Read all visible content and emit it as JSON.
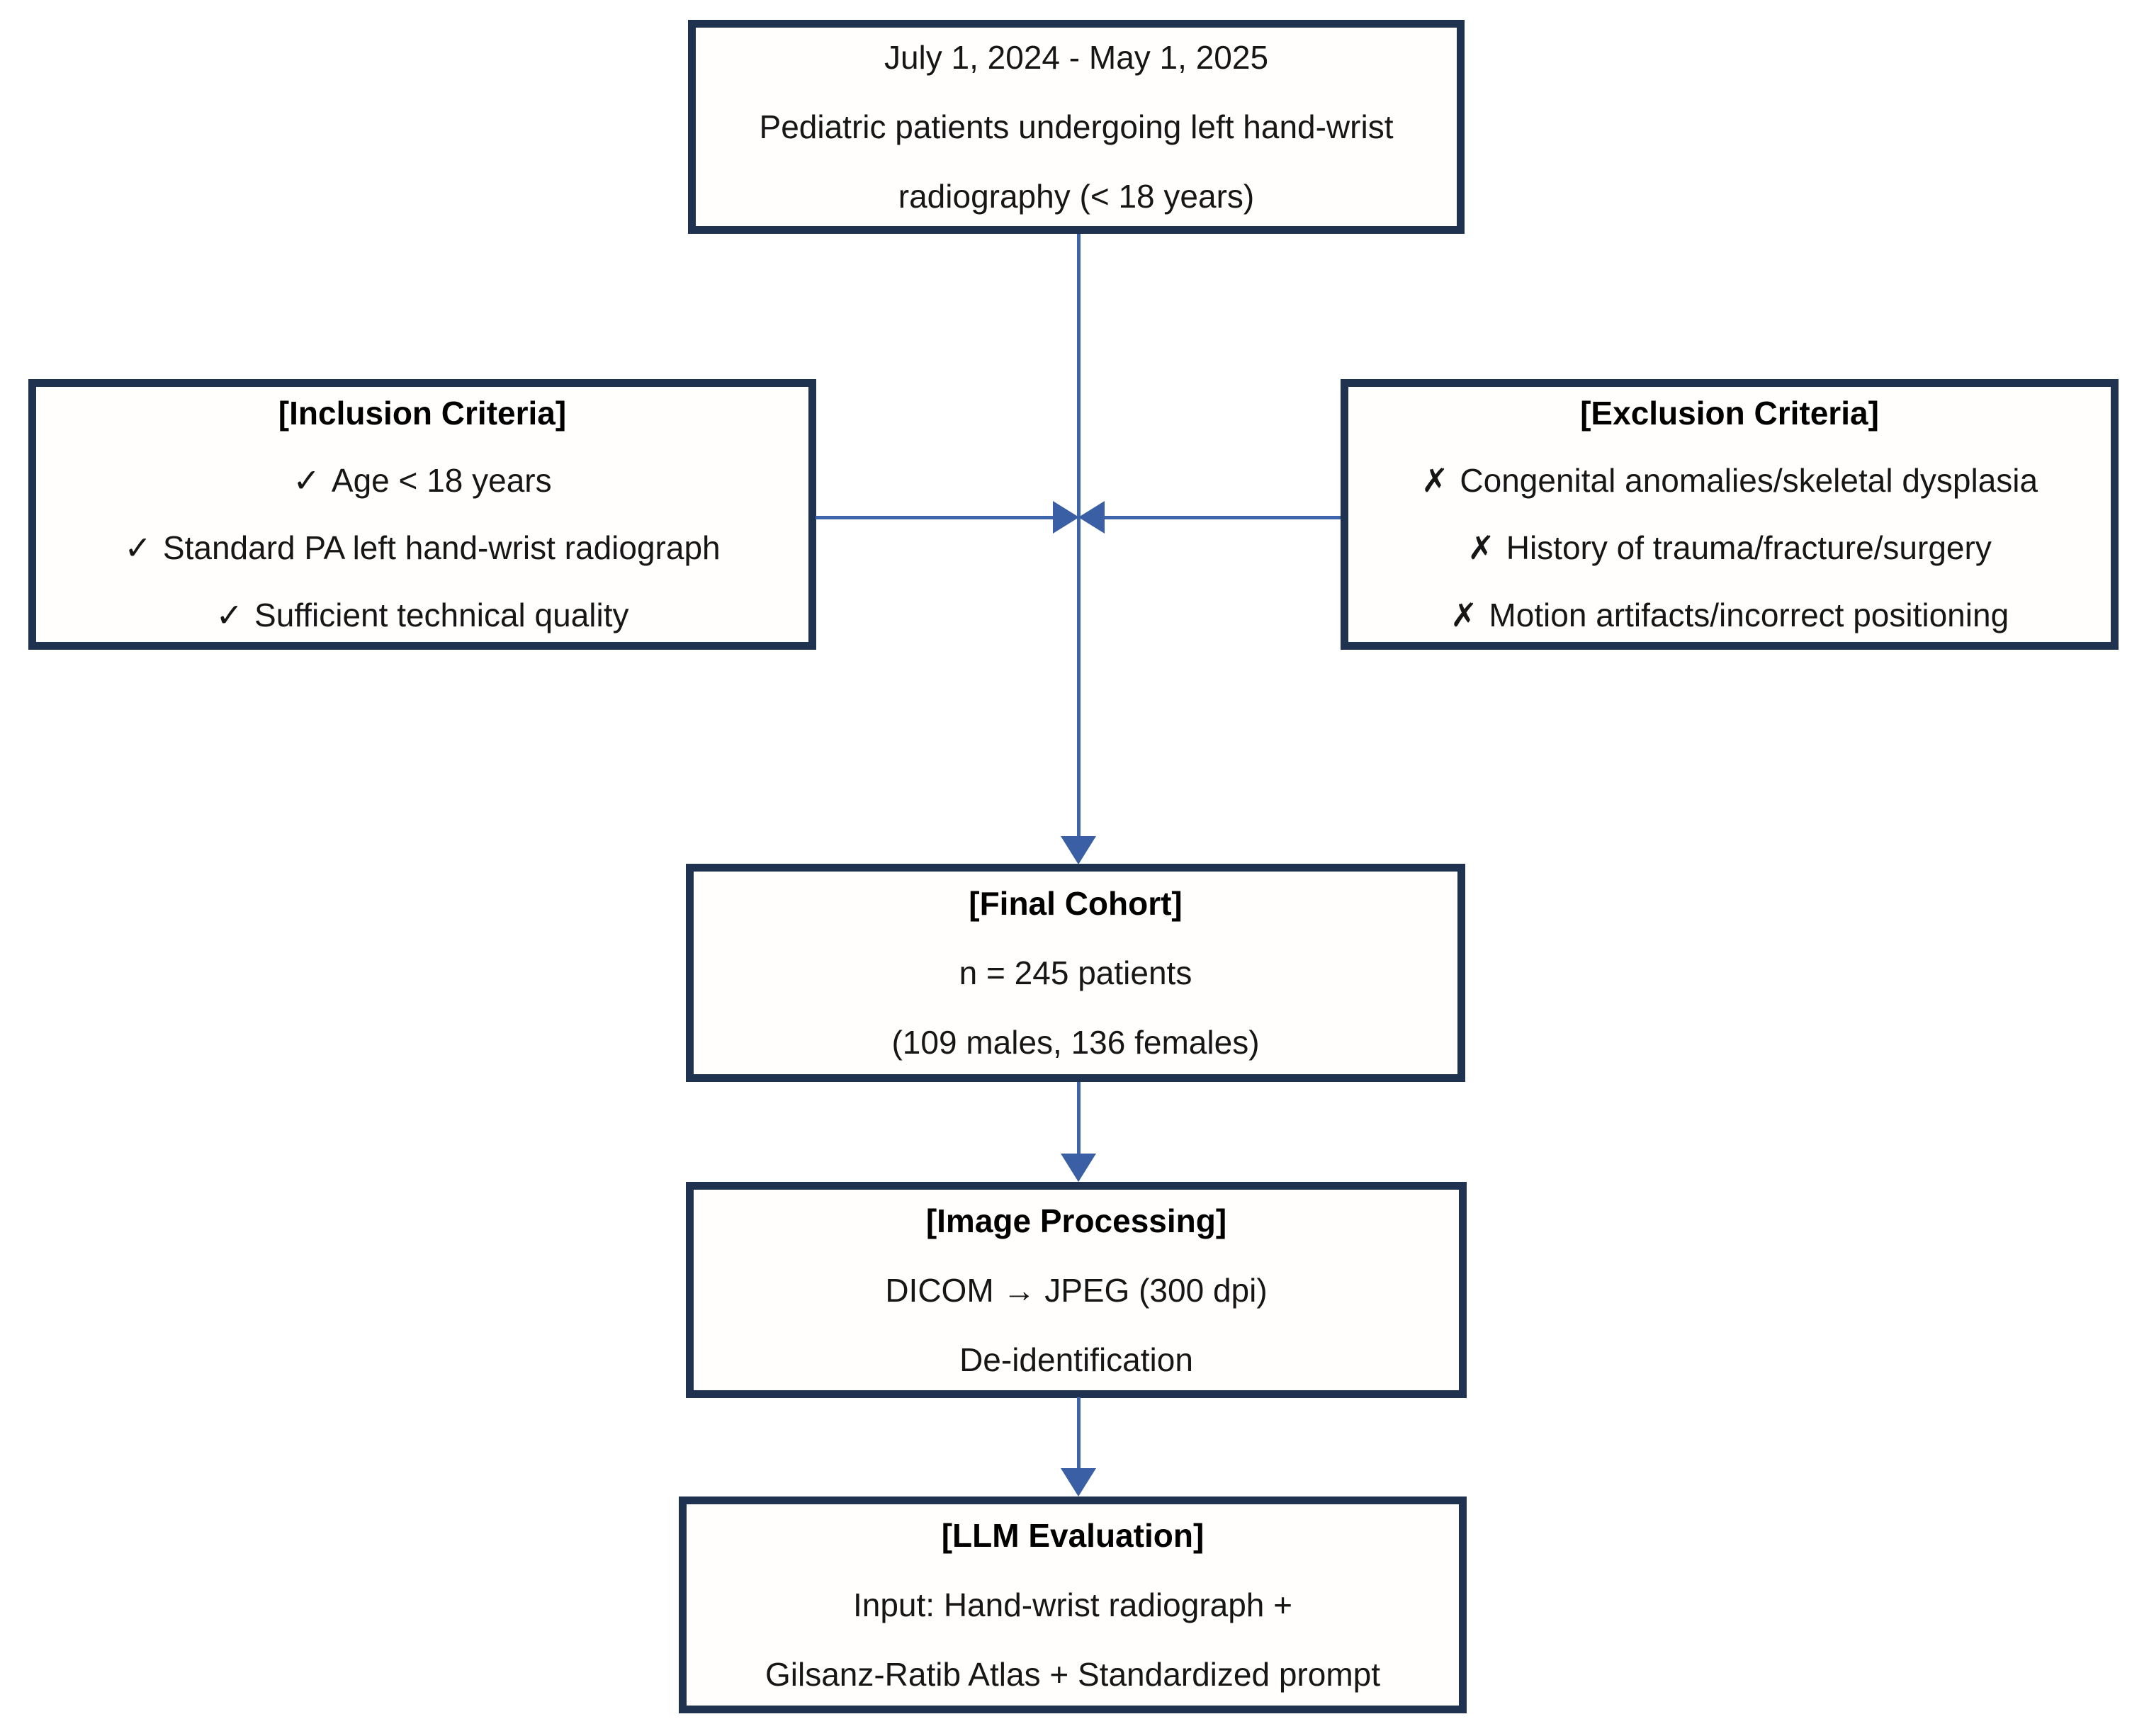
{
  "colors": {
    "box_border": "#1f3250",
    "connector_blue": "#3e65ab",
    "arrowhead_blue": "#3b5fa5",
    "text": "#161616",
    "background": "#ffffff"
  },
  "icons": {
    "check_mark": "✓",
    "cross_mark": "✗"
  },
  "top_box": {
    "line1": "July 1, 2024 - May 1, 2025",
    "line2": "Pediatric patients undergoing left hand-wrist",
    "line3": "radiography (< 18 years)"
  },
  "inclusion_box": {
    "title": "[Inclusion Criteria]",
    "items": [
      "Age < 18 years",
      "Standard PA left hand-wrist radiograph",
      "Sufficient technical quality"
    ]
  },
  "exclusion_box": {
    "title": "[Exclusion Criteria]",
    "items": [
      "Congenital anomalies/skeletal dysplasia",
      "History of trauma/fracture/surgery",
      "Motion artifacts/incorrect positioning"
    ]
  },
  "final_cohort_box": {
    "title": "[Final Cohort]",
    "line1": "n = 245 patients",
    "line2": "(109 males, 136 females)"
  },
  "image_processing_box": {
    "title": "[Image Processing]",
    "line1": "DICOM → JPEG (300 dpi)",
    "line2": "De-identification"
  },
  "llm_evaluation_box": {
    "title": "[LLM Evaluation]",
    "line1": "Input: Hand-wrist radiograph +",
    "line2": "Gilsanz-Ratib Atlas + Standardized prompt"
  }
}
